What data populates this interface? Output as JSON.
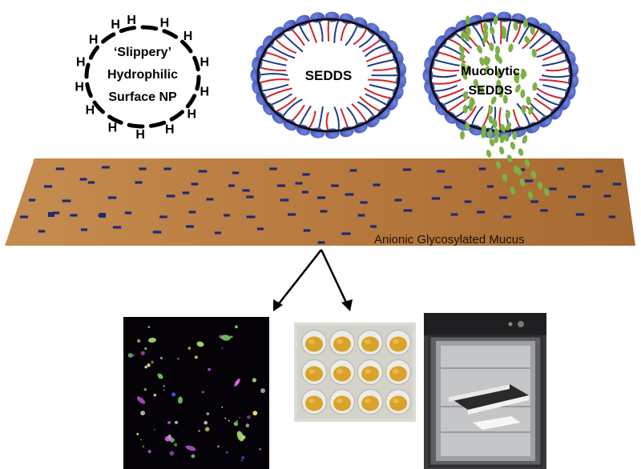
{
  "particles": {
    "slippery_np": {
      "label_lines": [
        "‘Slippery’",
        "Hydrophilic",
        "Surface NP"
      ],
      "surface_char": "H"
    },
    "sedds": {
      "label": "SEDDS"
    },
    "mucolytic_sedds": {
      "label_lines": [
        "Mucolytic",
        "SEDDS"
      ]
    }
  },
  "mucus_layer": {
    "label": "Anionic Glycosylated Mucus"
  },
  "photos": [
    {
      "name": "fluorescence-microscopy"
    },
    {
      "name": "mucus-well-plate"
    },
    {
      "name": "incubator-shaker"
    }
  ],
  "colors": {
    "mucus": "#c0864a",
    "anionic_marker": "#1c2a7a",
    "head_group": "#4a5fc1",
    "tail_red": "#d2232a",
    "tail_blue": "#1f3a8a",
    "mucolytic_dots": "#7db148"
  },
  "icons": [
    "down-arrow-icon"
  ]
}
